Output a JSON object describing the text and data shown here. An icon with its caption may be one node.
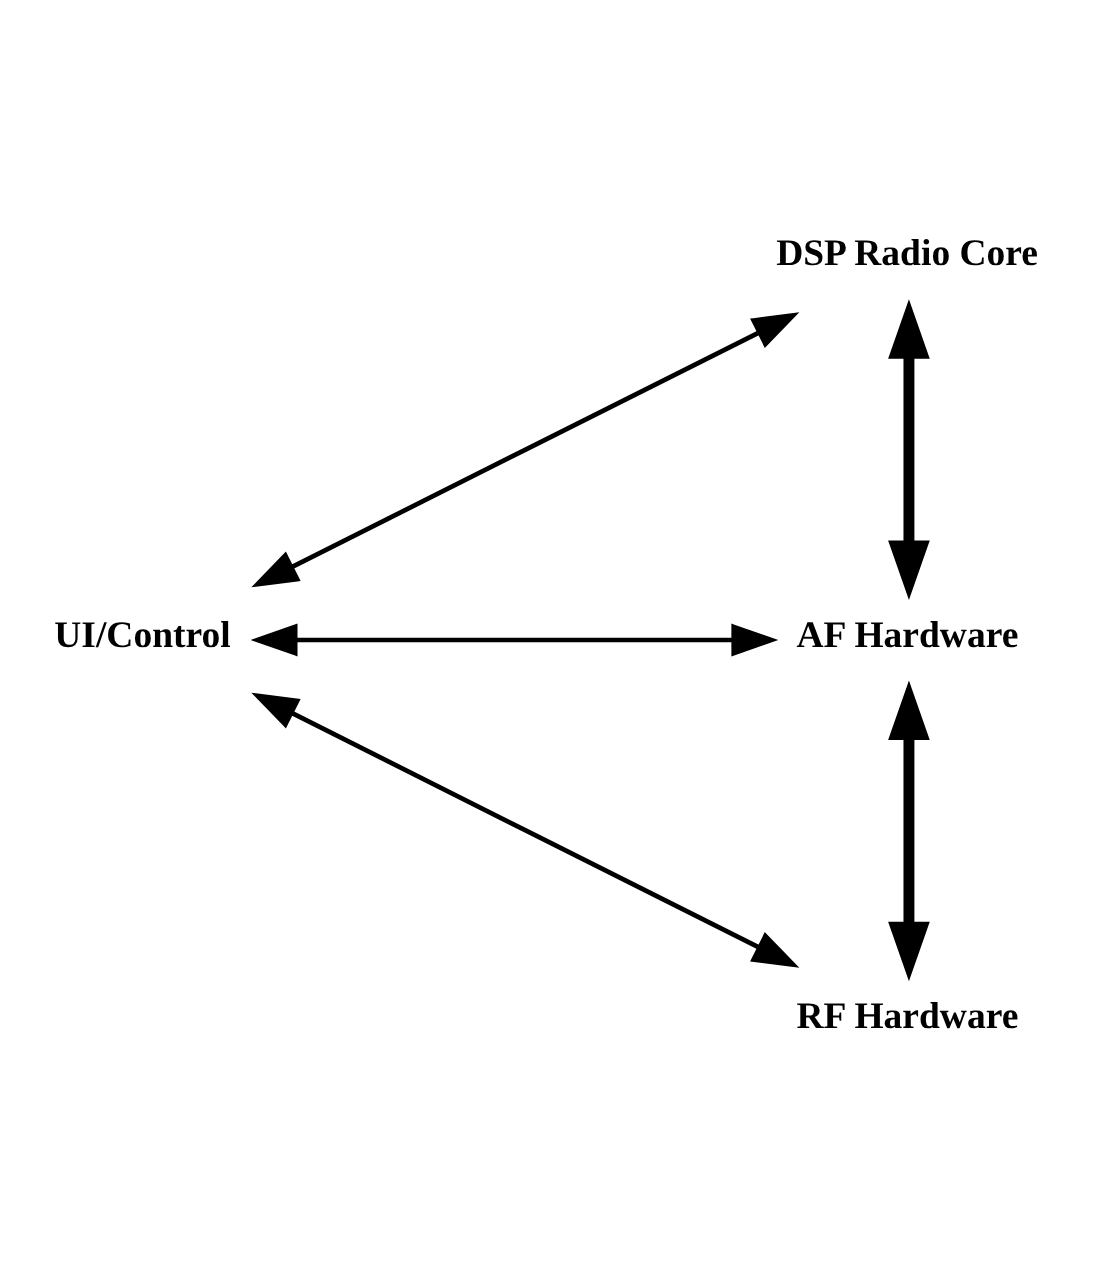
{
  "diagram": {
    "nodes": [
      {
        "text": [
          "DSP Radio Core"
        ]
      },
      {
        "text": [
          "UI/Control"
        ]
      },
      {
        "text": [
          "AF Hardware"
        ]
      },
      {
        "text": [
          "RF Hardware"
        ]
      }
    ],
    "edges": [
      {
        "from": 1,
        "to": 0,
        "arrow": "both"
      },
      {
        "from": 0,
        "to": 2,
        "arrow": "both",
        "style": "thick"
      },
      {
        "from": 1,
        "to": 2,
        "arrow": "both"
      },
      {
        "from": 1,
        "to": 3,
        "arrow": "both"
      },
      {
        "from": 2,
        "to": 3,
        "arrow": "both",
        "style": "thick"
      }
    ]
  }
}
